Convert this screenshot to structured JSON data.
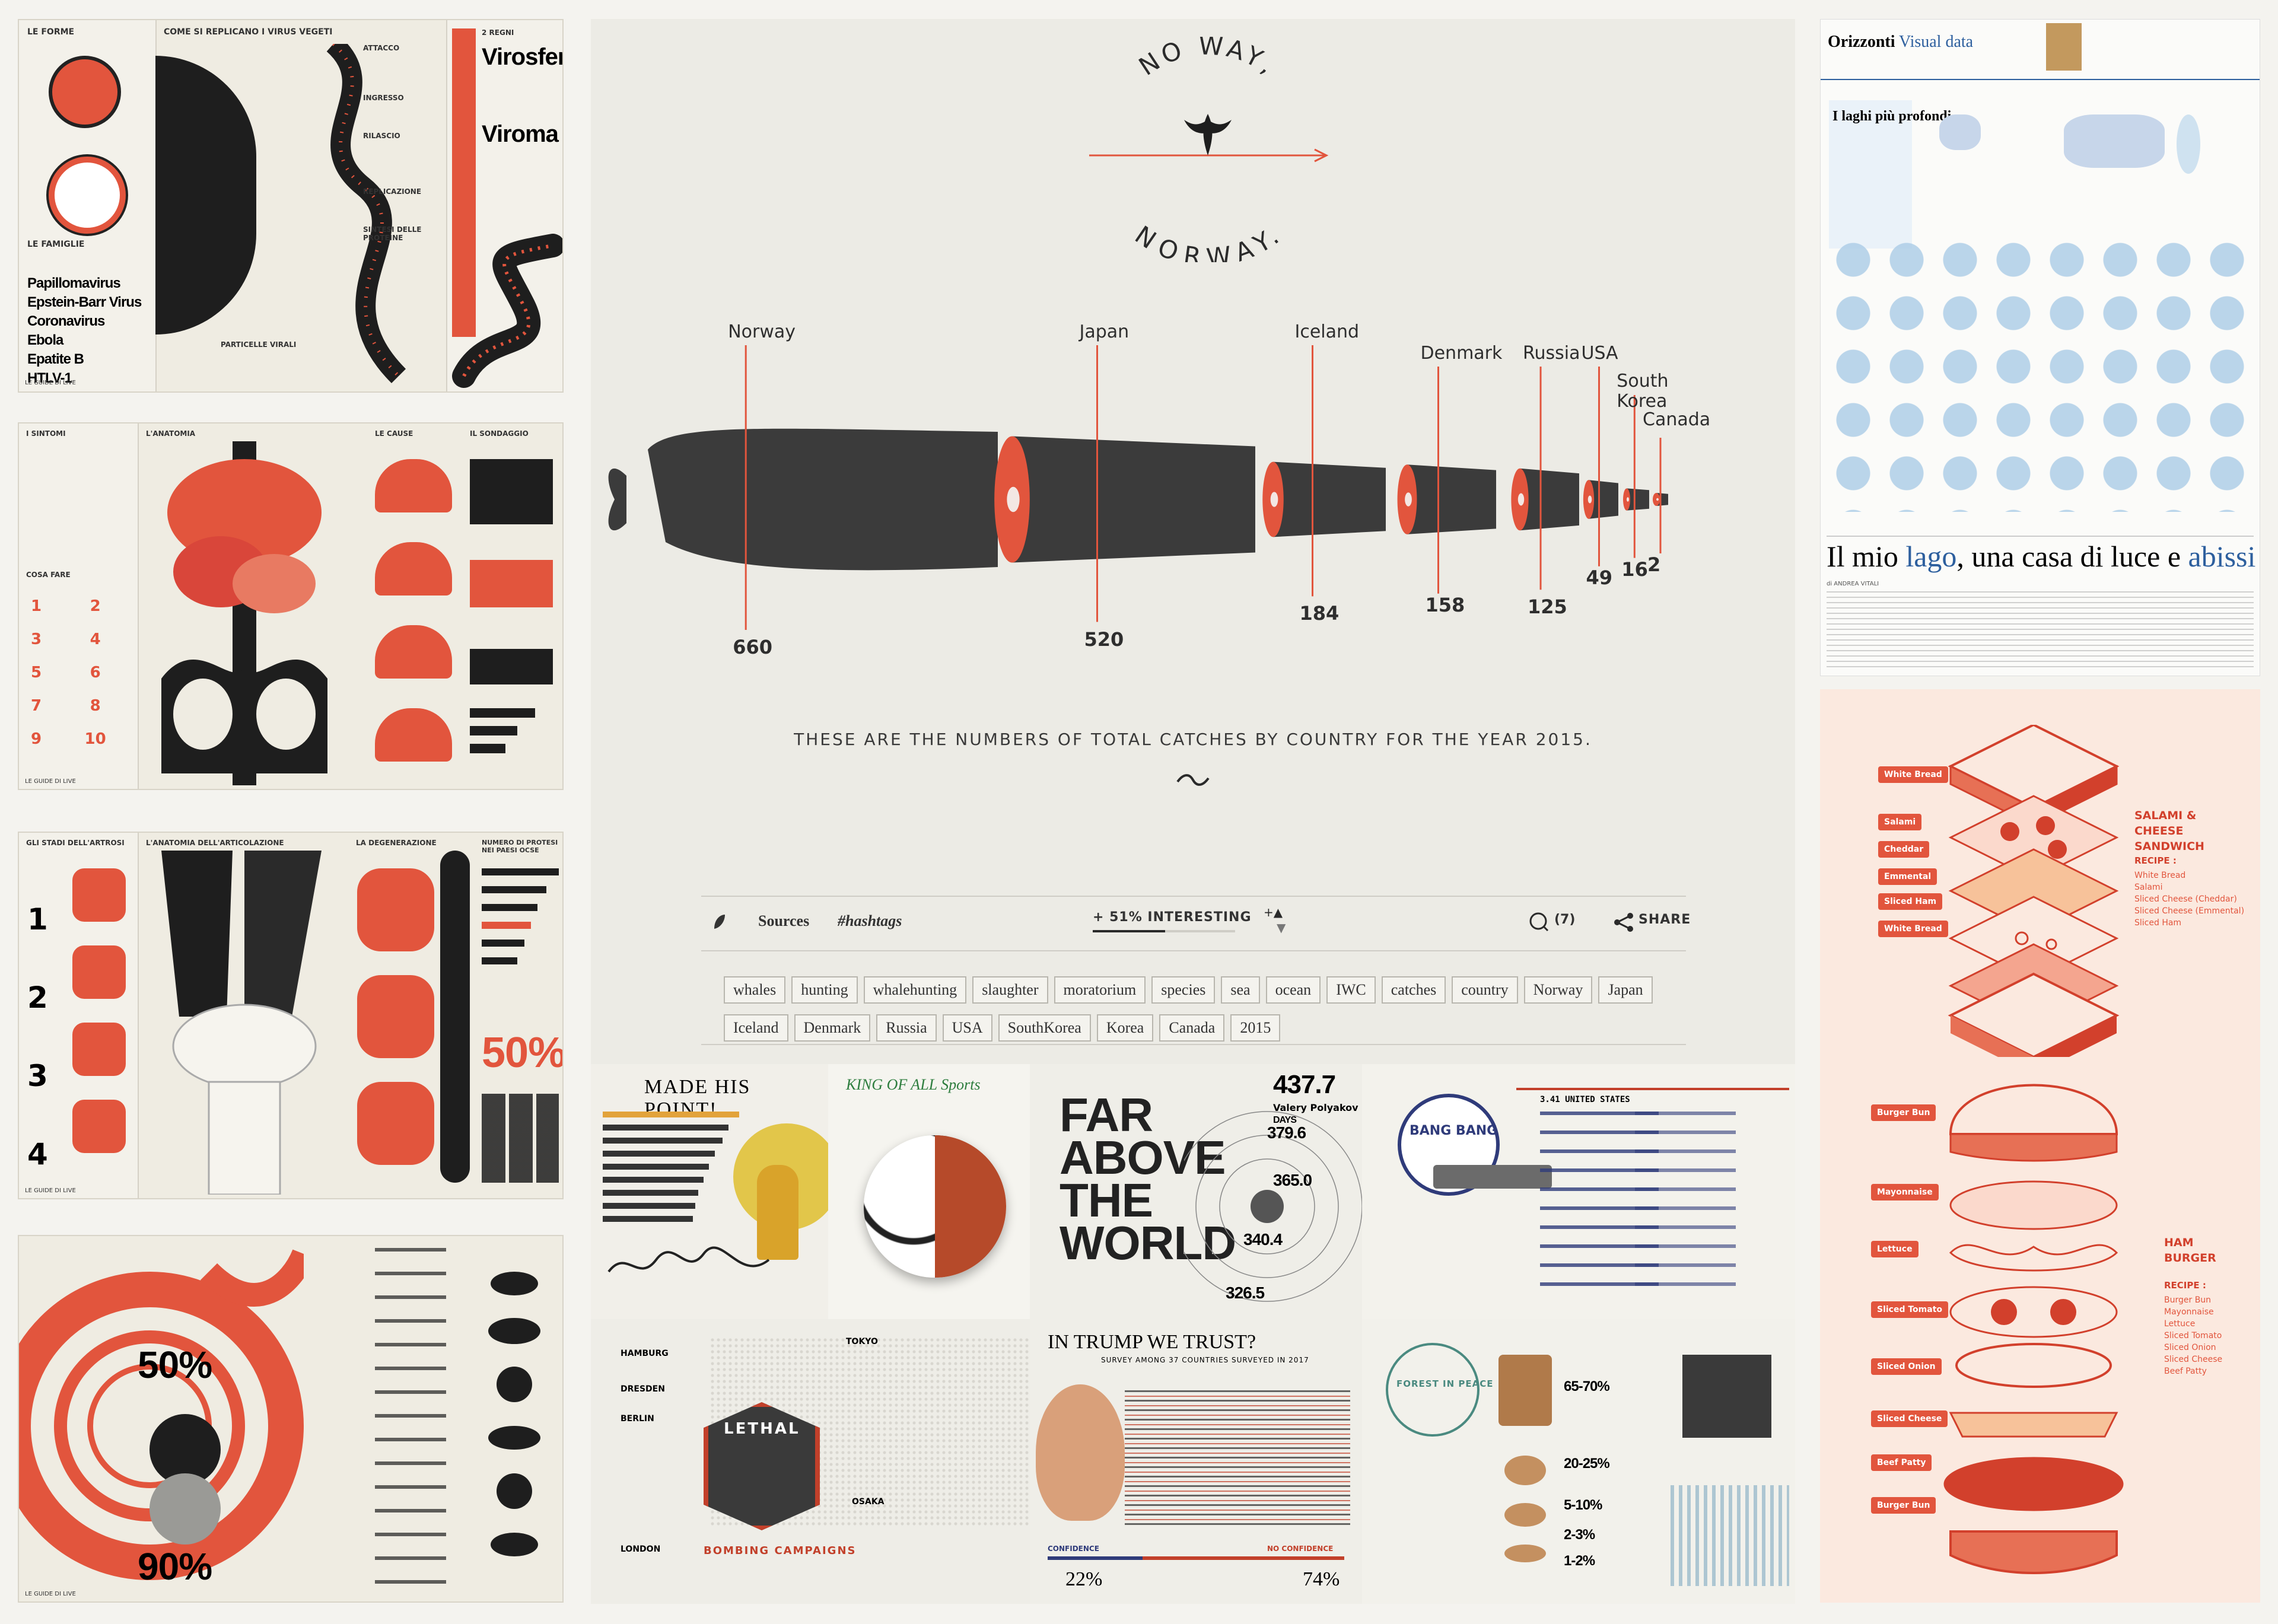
{
  "colors": {
    "accent": "#e2553d",
    "ink": "#1e1e1e",
    "paper": "#efece2",
    "center_bg": "#ecebe5",
    "sandwich_bg": "#fbe9df"
  },
  "left": {
    "spread1": {
      "left_head": "LE FORME",
      "mid_head": "COME SI REPLICANO I VIRUS VEGETI",
      "family_head": "LE FAMIGLIE",
      "viruses": [
        "Papillomavirus",
        "Epstein-Barr Virus",
        "Coronavirus",
        "Ebola",
        "Epatite B",
        "HTLV-1"
      ],
      "steps": [
        "ATTACCO",
        "INGRESSO",
        "RILASCIO",
        "REPLICAZIONE",
        "SINTESI DELLE PROTEINE",
        "PARTICELLE VIRALI"
      ],
      "right_head": "2 REGNI",
      "big1": "Virosfera",
      "big2": "Viroma"
    },
    "spread2": {
      "head1": "I SINTOMI",
      "head2": "L'ANATOMIA",
      "head3": "LE CAUSE",
      "head4": "IL SONDAGGIO",
      "head5": "COSA FARE",
      "numbers": [
        "1",
        "2",
        "3",
        "4",
        "5",
        "6",
        "7",
        "8",
        "9",
        "10"
      ]
    },
    "spread3": {
      "head1": "GLI STADI DELL'ARTROSI",
      "head2": "L'ANATOMIA DELL'ARTICOLAZIONE",
      "head3": "LA DEGENERAZIONE",
      "head4": "NUMERO DI PROTESI NEI PAESI OCSE",
      "stages": [
        "1",
        "2",
        "3",
        "4"
      ],
      "percent": "50%"
    },
    "spread4": {
      "pct1": "50%",
      "pct2": "90%"
    },
    "footer": "LE GUIDE DI LIVE"
  },
  "center": {
    "title_line1": "NO WAY,",
    "title_line2": "NORWAY.",
    "countries": [
      {
        "name": "Norway",
        "value": 660
      },
      {
        "name": "Japan",
        "value": 520
      },
      {
        "name": "Iceland",
        "value": 184
      },
      {
        "name": "Denmark",
        "value": 158
      },
      {
        "name": "Russia",
        "value": 125
      },
      {
        "name": "USA",
        "value": 49
      },
      {
        "name": "South Korea",
        "value": 16
      },
      {
        "name": "Canada",
        "value": 2
      }
    ],
    "caption": "THESE ARE THE NUMBERS OF TOTAL CATCHES BY COUNTRY FOR THE YEAR 2015.",
    "toolbar": {
      "sources": "Sources",
      "hashtags": "#hashtags",
      "interesting": "+ 51% INTERESTING",
      "comments": "(7)",
      "share": "SHARE"
    },
    "tags": [
      "whales",
      "hunting",
      "whalehunting",
      "slaughter",
      "moratorium",
      "species",
      "sea",
      "ocean",
      "IWC",
      "catches",
      "country",
      "Norway",
      "Japan",
      "Iceland",
      "Denmark",
      "Russia",
      "USA",
      "SouthKorea",
      "Korea",
      "Canada",
      "2015"
    ],
    "tiles": {
      "t1_title": "MADE HIS POINT!",
      "t2_title": "KING OF ALL Sports",
      "t3_title_lines": [
        "FAR",
        "ABOVE",
        "THE",
        "WORLD"
      ],
      "t3_days": "437.7",
      "t3_days_unit": "DAYS",
      "t3_name": "Valery Polyakov",
      "t3_v2": "379.6",
      "t3_v3": "365.0",
      "t3_v4": "340.4",
      "t3_v5": "326.5",
      "t4_title": "BANG BANG",
      "t4_top": "3.41 UNITED STATES",
      "t5_title": "IN TRUMP WE TRUST?",
      "t5_sub": "SURVEY AMONG 37 COUNTRIES SURVEYED IN 2017",
      "t5_confidence": "CONFIDENCE",
      "t5_no_confidence": "NO CONFIDENCE",
      "t5_pct1": "22%",
      "t5_pct2": "74%",
      "t6_title": "LETHAL",
      "t6_sub": "BOMBING CAMPAIGNS",
      "t6_cities": [
        "HAMBURG",
        "DRESDEN",
        "BERLIN",
        "TOKYO",
        "LONDON",
        "OSAKA"
      ],
      "t7_title": "FOREST IN PEACE",
      "t7_pcts": [
        "65-70%",
        "20-25%",
        "5-10%",
        "2-3%",
        "1-2%"
      ]
    }
  },
  "right": {
    "lake": {
      "section": "Orizzonti",
      "section2": "Visual data",
      "headline_parts": [
        "Il mio ",
        "lago",
        ", una casa di luce e ",
        "abissi"
      ],
      "sub": "I laghi più profondi",
      "byline": "di ANDREA VITALI"
    },
    "food": {
      "sandwich_title": "SALAMI & CHEESE SANDWICH",
      "recipe_label": "RECIPE :",
      "sandwich_layers": [
        "White Bread",
        "Salami",
        "Cheddar",
        "Emmental",
        "Sliced Ham",
        "White Bread"
      ],
      "sandwich_recipe": [
        "White Bread",
        "Salami",
        "Sliced Cheese (Cheddar)",
        "Sliced Cheese (Emmental)",
        "Sliced Ham"
      ],
      "burger_title": "HAM BURGER",
      "burger_layers": [
        "Burger Bun",
        "Mayonnaise",
        "Lettuce",
        "Sliced Tomato",
        "Sliced Onion",
        "Sliced Cheese",
        "Beef Patty",
        "Burger Bun"
      ],
      "burger_recipe": [
        "Burger Bun",
        "Mayonnaise",
        "Lettuce",
        "Sliced Tomato",
        "Sliced Onion",
        "Sliced Cheese",
        "Beef Patty"
      ]
    }
  }
}
